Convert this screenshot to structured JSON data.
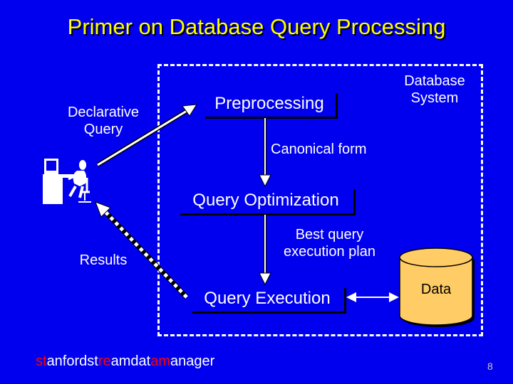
{
  "slide": {
    "title": "Primer on Database Query Processing",
    "declarative_query": [
      "Declarative",
      "Query"
    ],
    "results": "Results",
    "database_system": [
      "Database",
      "System"
    ],
    "preprocessing": "Preprocessing",
    "canonical_form": "Canonical form",
    "query_optimization": "Query Optimization",
    "best_plan": [
      "Best query",
      "execution plan"
    ],
    "query_execution": "Query Execution",
    "data": "Data",
    "footer": {
      "parts": [
        {
          "text": "st",
          "red": true
        },
        {
          "text": "anfordst",
          "red": false
        },
        {
          "text": "re",
          "red": true
        },
        {
          "text": "amdat",
          "red": false
        },
        {
          "text": "am",
          "red": true
        },
        {
          "text": "anager",
          "red": false
        }
      ]
    },
    "page_number": "8"
  },
  "colors": {
    "background": "#0000ee",
    "title": "#ffff00",
    "text": "#ffffff",
    "data_cylinder": "#ffcc66",
    "footer_accent": "#ff0000"
  },
  "icons": [
    "person-at-computer-icon"
  ]
}
